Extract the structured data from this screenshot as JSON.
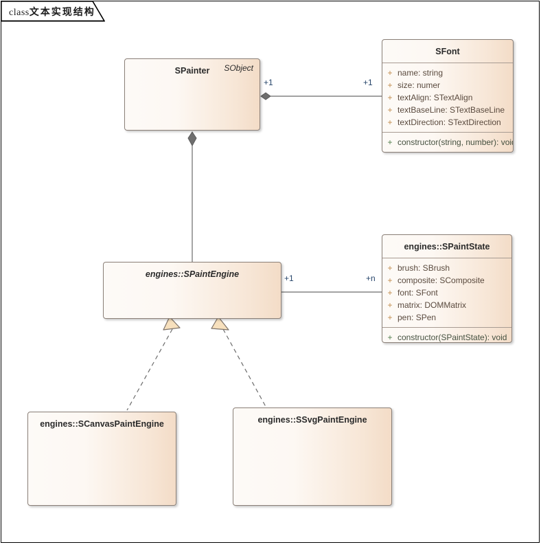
{
  "frame": {
    "tab_keyword": "class",
    "tab_title": "文本实现结构",
    "border_color": "#000000"
  },
  "theme": {
    "box_fill_left": "#fdfaf7",
    "box_fill_right": "#f3dcc7",
    "box_border": "#8a7f77",
    "attribute_marker_color": "#c08a4a",
    "operation_marker_color": "#4f7d49",
    "multiplicity_color": "#27456b",
    "connector_color": "#6b6b6b",
    "diamond_fill": "#6e6e6e",
    "triangle_fill": "#f7e0bd"
  },
  "classes": [
    {
      "id": "spainter",
      "name": "SPainter",
      "stereotype": "SObject",
      "abstract": false,
      "attributes": [],
      "operations": []
    },
    {
      "id": "sfont",
      "name": "SFont",
      "stereotype": "",
      "abstract": false,
      "attributes": [
        {
          "vis": "+",
          "text": "name: string"
        },
        {
          "vis": "+",
          "text": "size: numer"
        },
        {
          "vis": "+",
          "text": "textAlign: STextAlign"
        },
        {
          "vis": "+",
          "text": "textBaseLine: STextBaseLine"
        },
        {
          "vis": "+",
          "text": "textDirection: STextDirection"
        }
      ],
      "operations": [
        {
          "vis": "+",
          "text": "constructor(string, number): void"
        }
      ]
    },
    {
      "id": "spaintengine",
      "name": "engines::SPaintEngine",
      "stereotype": "",
      "abstract": true,
      "attributes": [],
      "operations": []
    },
    {
      "id": "spaintstate",
      "name": "engines::SPaintState",
      "stereotype": "",
      "abstract": false,
      "attributes": [
        {
          "vis": "+",
          "text": "brush: SBrush"
        },
        {
          "vis": "+",
          "text": "composite: SComposite"
        },
        {
          "vis": "+",
          "text": "font: SFont"
        },
        {
          "vis": "+",
          "text": "matrix: DOMMatrix"
        },
        {
          "vis": "+",
          "text": "pen: SPen"
        }
      ],
      "operations": [
        {
          "vis": "+",
          "text": "constructor(SPaintState): void"
        }
      ]
    },
    {
      "id": "scanvaspaintengine",
      "name": "engines::SCanvasPaintEngine",
      "stereotype": "",
      "abstract": false,
      "attributes": [],
      "operations": []
    },
    {
      "id": "ssvgpaintengine",
      "name": "engines::SSvgPaintEngine",
      "stereotype": "",
      "abstract": false,
      "attributes": [],
      "operations": []
    }
  ],
  "relationships": [
    {
      "id": "rel-painter-font",
      "type": "aggregation",
      "source": "spainter",
      "target": "sfont",
      "source_multiplicity": "+1",
      "target_multiplicity": "+1"
    },
    {
      "id": "rel-painter-engine",
      "type": "composition",
      "source": "spainter",
      "target": "spaintengine",
      "source_multiplicity": "",
      "target_multiplicity": ""
    },
    {
      "id": "rel-engine-state",
      "type": "association",
      "source": "spaintengine",
      "target": "spaintstate",
      "source_multiplicity": "+1",
      "target_multiplicity": "+n"
    },
    {
      "id": "rel-canvas-engine",
      "type": "realization",
      "source": "scanvaspaintengine",
      "target": "spaintengine",
      "source_multiplicity": "",
      "target_multiplicity": ""
    },
    {
      "id": "rel-svg-engine",
      "type": "realization",
      "source": "ssvgpaintengine",
      "target": "spaintengine",
      "source_multiplicity": "",
      "target_multiplicity": ""
    }
  ],
  "multiplicity_labels": [
    {
      "id": "m-painter-right",
      "text": "+1"
    },
    {
      "id": "m-font-left",
      "text": "+1"
    },
    {
      "id": "m-engine-right",
      "text": "+1"
    },
    {
      "id": "m-state-left",
      "text": "+n"
    }
  ]
}
